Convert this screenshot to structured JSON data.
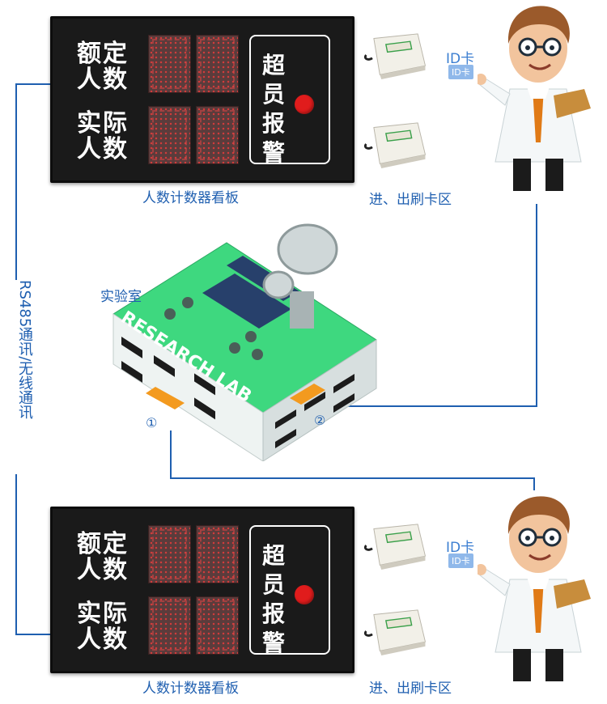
{
  "colors": {
    "line": "#1f5fb0",
    "caption": "#1f5fb0",
    "alarm": "#e01c1c",
    "building": "#3ed87f"
  },
  "communication_label": "RS485通讯/无线通讯",
  "boards": [
    {
      "rated_label": "额定\n人数",
      "actual_label": "实际\n人数",
      "alarm_label": "超员报警",
      "caption": "人数计数器看板"
    },
    {
      "rated_label": "额定\n人数",
      "actual_label": "实际\n人数",
      "alarm_label": "超员报警",
      "caption": "人数计数器看板"
    }
  ],
  "readers": {
    "caption": "进、出刷卡区",
    "card_label": "ID卡",
    "card_chip": "ID卡"
  },
  "readers2": {
    "caption": "进、出刷卡区",
    "card_label": "ID卡",
    "card_chip": "ID卡"
  },
  "lab": {
    "label": "实验室",
    "sign": "RESEARCH LAB",
    "door1": "①",
    "door2": "②"
  }
}
